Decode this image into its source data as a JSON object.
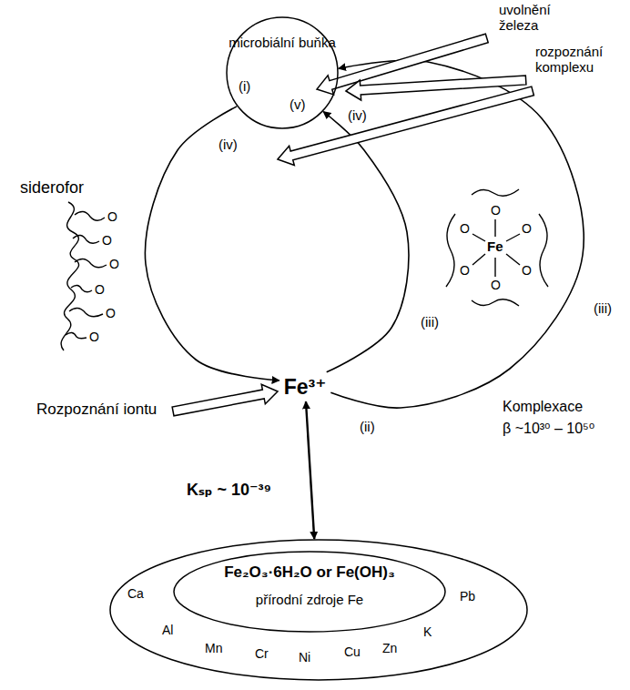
{
  "diagram": {
    "nodes": [
      {
        "text": [
          "microbiální buňka"
        ]
      },
      {
        "text": [
          "Fe³⁺"
        ]
      },
      {
        "text": [
          "Ca",
          "Al",
          "Mn",
          "Cr",
          "Ni",
          "Cu",
          "Zn",
          "K",
          "Pb"
        ]
      },
      {
        "text": [
          "Fe₂O₃·6H₂O or Fe(OH)₃",
          "přírodní zdroje Fe"
        ],
        "in": 2
      }
    ],
    "edges": [
      {
        "from": 0,
        "to": 1,
        "arrow": "to"
      },
      {
        "from": 1,
        "to": 0,
        "arrow": "to"
      },
      {
        "from": 1,
        "to": 0,
        "arrow": "to"
      },
      {
        "from": 1,
        "to": 2,
        "arrow": "both"
      }
    ],
    "labels": [
      "uvolnění železa",
      "rozpoznání komplexu",
      "siderofor",
      "Rozpoznání iontu",
      "Komplexace",
      "β ~10³⁰ – 10⁵⁰",
      "Kₛₚ ~ 10⁻³⁹",
      "(i)",
      "(ii)",
      "(iii)",
      "(iii)",
      "(iv)",
      "(iv)",
      "(v)",
      "O",
      "O",
      "O",
      "O",
      "O",
      "O",
      "O",
      "O",
      "O",
      "O",
      "O",
      "O",
      "Fe"
    ]
  }
}
